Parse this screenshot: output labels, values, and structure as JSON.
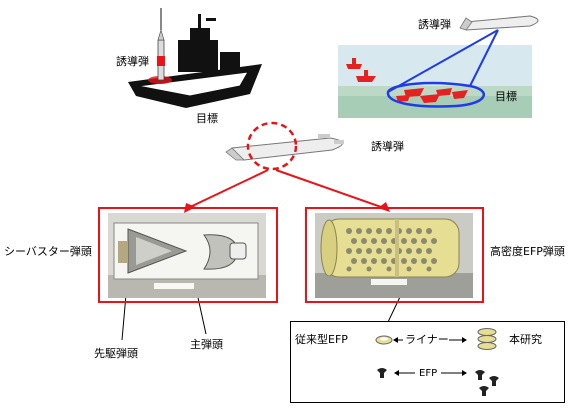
{
  "labels": {
    "missile_top_left": "誘導弾",
    "target_ship": "目標",
    "missile_top_right": "誘導弾",
    "target_fleet": "目標",
    "missile_center": "誘導弾",
    "warhead_left": "シーバスター弾頭",
    "warhead_right": "高密度EFP弾頭",
    "precursor": "先駆弾頭",
    "main_warhead": "主弾頭"
  },
  "efp_panel": {
    "conventional": "従来型EFP",
    "liner": "ライナー",
    "this_study": "本研究",
    "efp": "EFP"
  },
  "colors": {
    "accent_red": "#e8141a",
    "fleet_blue": "#1f3ce6",
    "ship_black": "#111111",
    "warhead_yellow": "#e6de92"
  }
}
